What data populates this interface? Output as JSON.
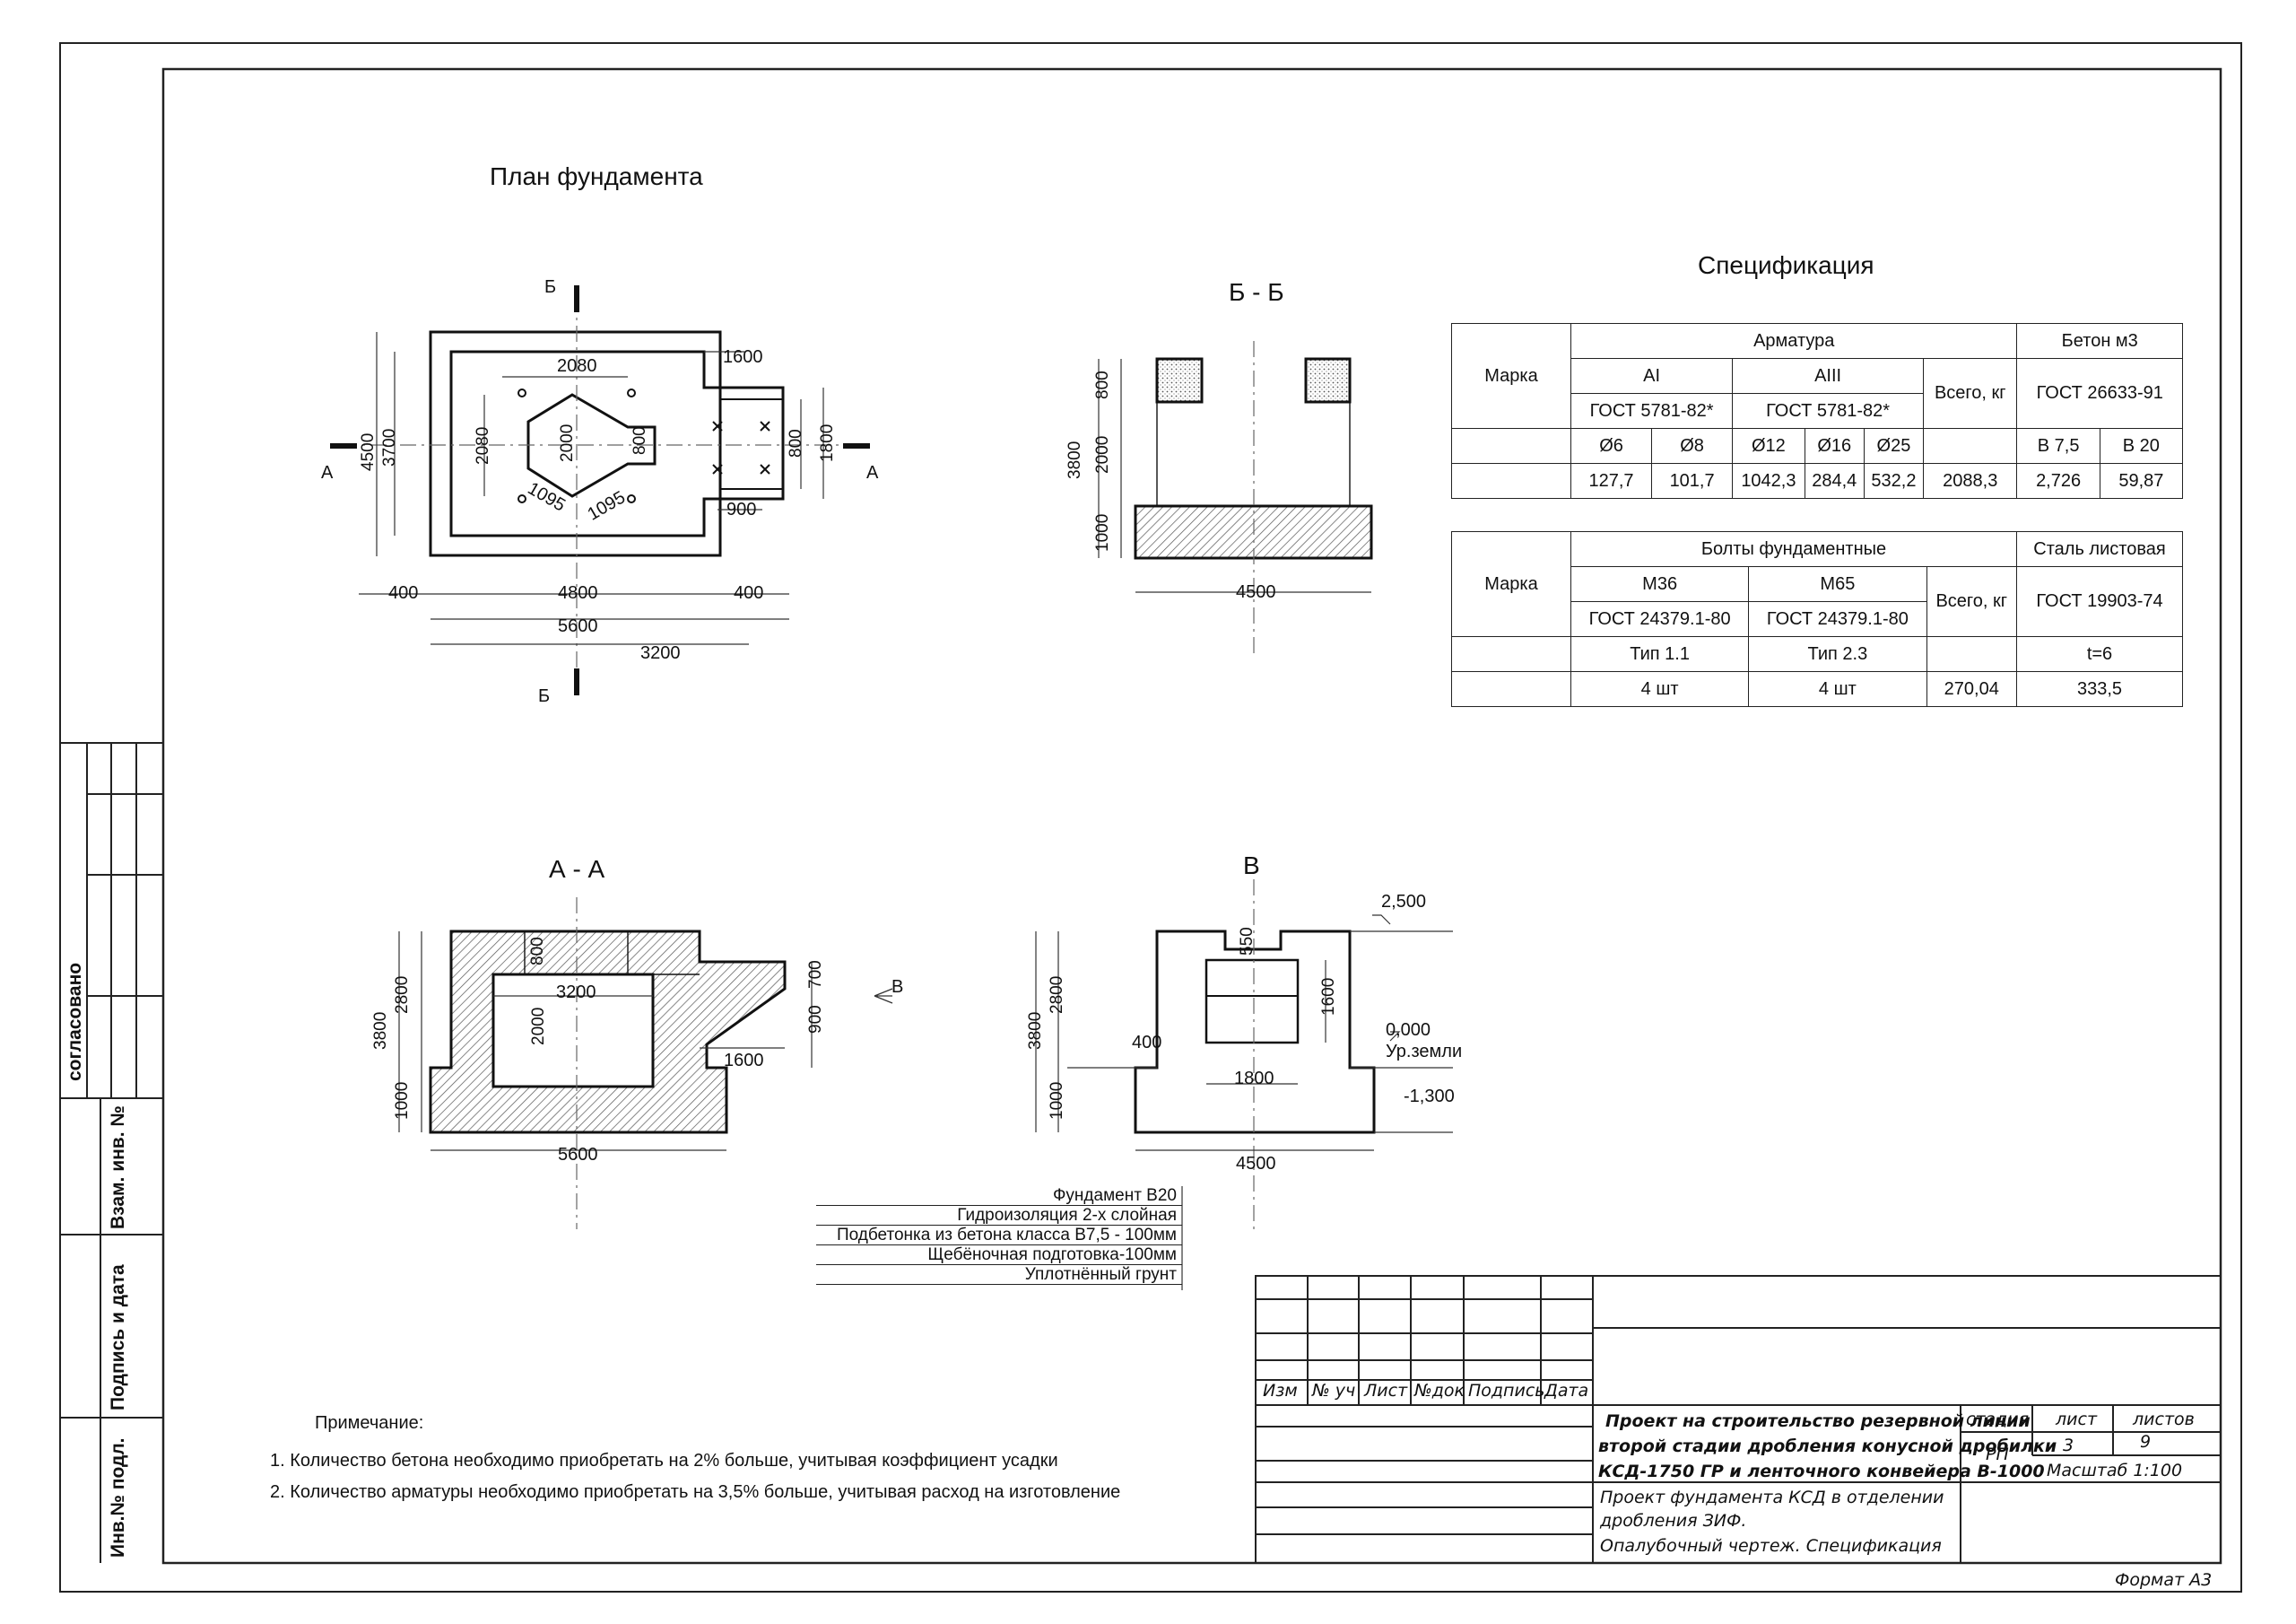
{
  "titles": {
    "plan": "План фундамента",
    "spec": "Спецификация",
    "section_bb": "Б - Б",
    "section_aa": "А - А",
    "view_v": "В"
  },
  "plan": {
    "dims": [
      "2080",
      "1600",
      "4500",
      "3700",
      "2080",
      "2000",
      "800",
      "800",
      "1800",
      "1095",
      "1095",
      "900",
      "400",
      "4800",
      "400",
      "5600",
      "3200"
    ],
    "marks": [
      "Б",
      "Б",
      "А",
      "А"
    ]
  },
  "section_bb": {
    "dims": [
      "800",
      "3800",
      "2000",
      "1000",
      "4500"
    ]
  },
  "section_aa": {
    "dims": [
      "800",
      "3200",
      "700",
      "3800",
      "2800",
      "2000",
      "900",
      "1600",
      "1000",
      "5600"
    ],
    "mark": "В"
  },
  "view_v": {
    "dims": [
      "550",
      "1600",
      "3800",
      "2800",
      "400",
      "1800",
      "1000",
      "4500"
    ],
    "levels": [
      "2,500",
      "0,000",
      "Ур.земли",
      "-1,300"
    ]
  },
  "layers": [
    "Фундамент В20",
    "Гидроизоляция 2-х слойная",
    "Подбетонка из бетона класса В7,5 - 100мм",
    "Щебёночная подготовка-100мм",
    "Уплотнённый грунт"
  ],
  "spec_table1": {
    "marka": "Марка",
    "armatura": "Арматура",
    "beton": "Бетон м3",
    "ai": "АI",
    "aiii": "АIII",
    "vsego": "Всего, кг",
    "gost1": "ГОСТ 5781-82*",
    "gost2": "ГОСТ 5781-82*",
    "gost3": "ГОСТ 26633-91",
    "cols": [
      "Ø6",
      "Ø8",
      "Ø12",
      "Ø16",
      "Ø25",
      "В 7,5",
      "В 20"
    ],
    "values": [
      "127,7",
      "101,7",
      "1042,3",
      "284,4",
      "532,2",
      "2088,3",
      "2,726",
      "59,87"
    ]
  },
  "spec_table2": {
    "marka": "Марка",
    "bolts": "Болты фундаментные",
    "steel": "Сталь листовая",
    "m36": "М36",
    "m65": "М65",
    "vsego": "Всего, кг",
    "gost1": "ГОСТ 24379.1-80",
    "gost2": "ГОСТ 24379.1-80",
    "gost3": "ГОСТ 19903-74",
    "type1": "Тип 1.1",
    "type2": "Тип 2.3",
    "t": "t=6",
    "values": [
      "4 шт",
      "4 шт",
      "270,04",
      "333,5"
    ]
  },
  "notes": {
    "title": "Примечание:",
    "items": [
      "1. Количество бетона необходимо приобретать на 2% больше, учитывая коэффициент усадки",
      "2. Количество арматуры необходимо приобретать на 3,5% больше, учитывая расход на изготовление"
    ]
  },
  "side_stamp": [
    "согласовано",
    "Взам. инв. №",
    "Подпись и дата",
    "Инв.№ подл."
  ],
  "title_block": {
    "headers": [
      "Изм",
      "№ уч",
      "Лист",
      "№док",
      "Подпись",
      "Дата"
    ],
    "project": [
      "Проект на строительство резервной линии",
      "второй стадии дробления конусной дробилки",
      "КСД-1750 ГР и ленточного конвейера В-1000"
    ],
    "stadia": "стадия",
    "list": "лист",
    "listov": "листов",
    "stadia_val": "РП",
    "list_val": "3",
    "listov_val": "9",
    "scale": "Масштаб 1:100",
    "desc": [
      "Проект фундамента КСД в отделении",
      "дробления ЗИФ.",
      "Опалубочный чертеж. Спецификация"
    ],
    "format": "Формат А3"
  }
}
